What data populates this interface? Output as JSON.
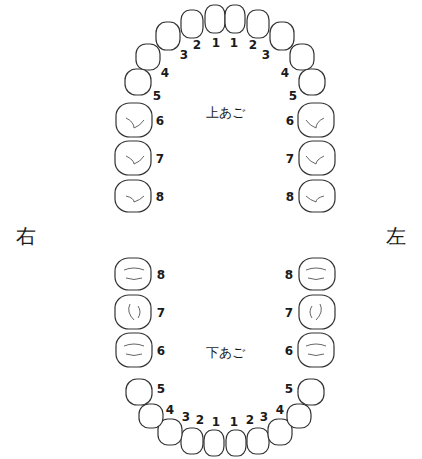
{
  "diagram": {
    "labels": [
      "右",
      "左",
      "上あご",
      "下あご",
      "1",
      "2",
      "3",
      "4",
      "5",
      "6",
      "7",
      "8",
      "1",
      "2",
      "3",
      "4",
      "5",
      "6",
      "7",
      "8",
      "1",
      "2",
      "3",
      "4",
      "5",
      "6",
      "7",
      "8",
      "1",
      "2",
      "3",
      "4",
      "5",
      "6",
      "7",
      "8"
    ]
  }
}
